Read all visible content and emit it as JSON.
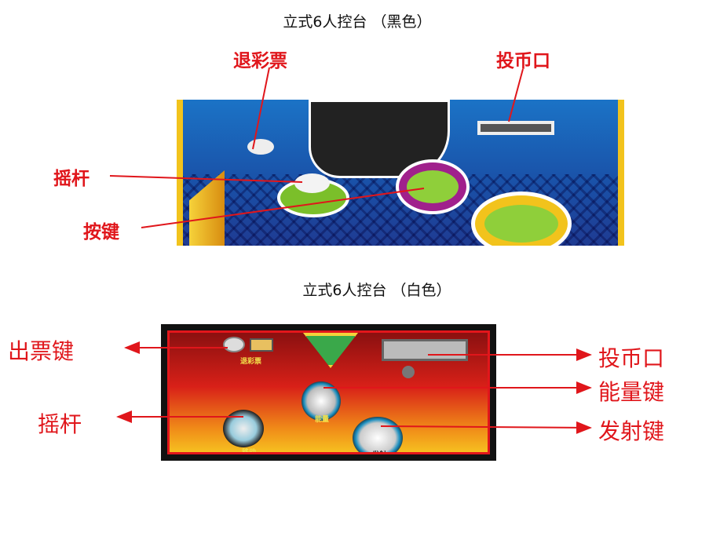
{
  "black_console": {
    "title": "立式6人控台 （黑色）",
    "labels": {
      "ticket_out": "退彩票",
      "coin_slot": "投币口",
      "joystick": "摇杆",
      "button": "按键"
    }
  },
  "white_console": {
    "title": "立式6人控台 （白色）",
    "labels": {
      "ticket_key": "出票键",
      "coin_slot": "投币口",
      "energy_key": "能量键",
      "joystick": "摇杆",
      "fire_key": "发射键"
    },
    "panel_text": {
      "ticket": "退彩票",
      "energy": "能量",
      "move": "移动",
      "fire": "发射"
    }
  },
  "colors": {
    "label_red": "#e0161b",
    "panel_blue": "#1a5db5",
    "panel_red": "#d82018"
  }
}
